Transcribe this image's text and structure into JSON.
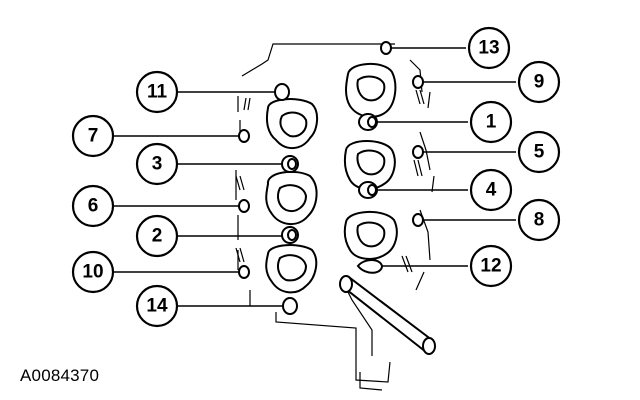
{
  "figure_id": "A0084370",
  "callouts": [
    "11",
    "7",
    "3",
    "6",
    "2",
    "10",
    "14",
    "13",
    "9",
    "1",
    "5",
    "4",
    "8",
    "12"
  ],
  "colors": {
    "line": "#000000",
    "background": "#ffffff"
  }
}
